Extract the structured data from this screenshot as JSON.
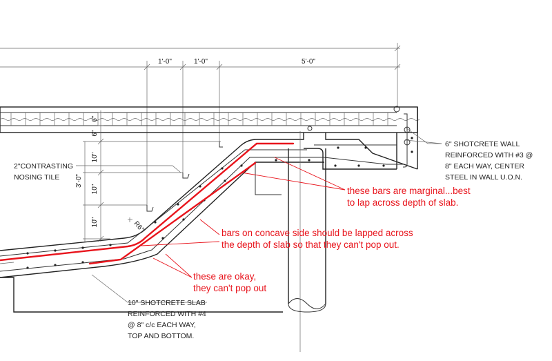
{
  "dimensions": {
    "top_dim_1": "1'-0\"",
    "top_dim_2": "1'-0\"",
    "top_dim_3": "5'-0\"",
    "side_6_a": "6\"",
    "side_6_b": "6\"",
    "side_10_a": "10\"",
    "side_10_b": "10\"",
    "side_10_c": "10\"",
    "overall_3ft": "3'-0\"",
    "radius": "R6\""
  },
  "notes": {
    "wall": [
      "6\" SHOTCRETE WALL",
      "REINFORCED WITH #3 @",
      "8\" EACH WAY, CENTER",
      "STEEL IN WALL U.O.N."
    ],
    "tile": [
      "2\"CONTRASTING",
      "NOSING TILE"
    ],
    "slab": [
      "10\" SHOTCRETE SLAB",
      "REINFORCED WITH #4",
      "@ 8\" c/c EACH WAY,",
      "TOP AND BOTTOM."
    ]
  },
  "annotations": {
    "marginal": [
      "these bars are marginal...best",
      "to lap across depth of slab."
    ],
    "concave": [
      "bars on concave side should be lapped across",
      "the depth of slab so that they can't pop out."
    ],
    "okay": [
      "these are okay,",
      "they can't pop out"
    ]
  },
  "colors": {
    "markup": "#e8141c",
    "linework": "#333333"
  }
}
